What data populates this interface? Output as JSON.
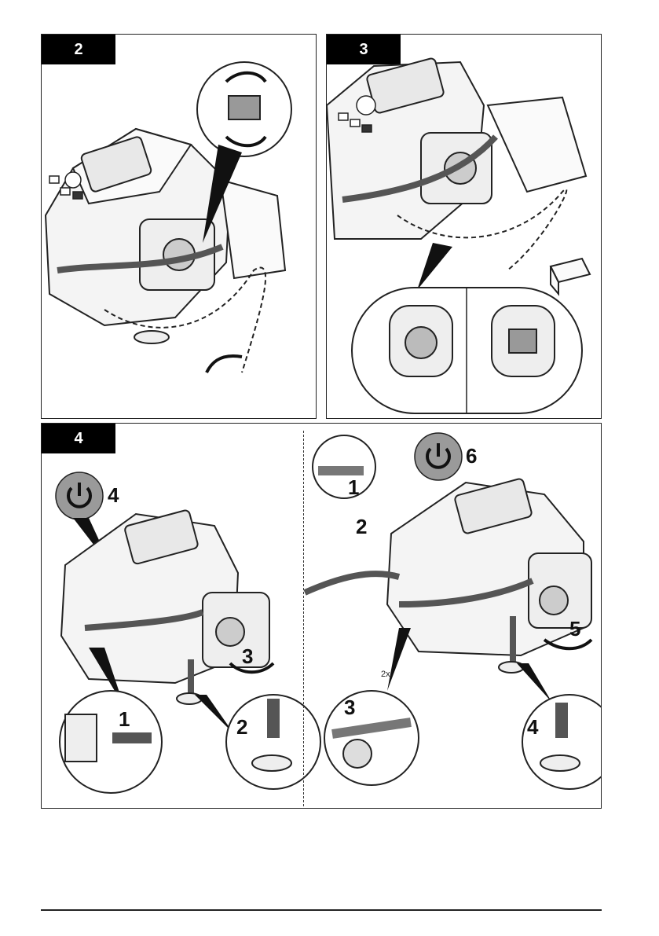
{
  "panels": [
    {
      "step": "2"
    },
    {
      "step": "3"
    },
    {
      "step": "4"
    }
  ],
  "panel4": {
    "left_callouts": {
      "power": "4",
      "tube_insert": "1",
      "foot": "2",
      "rotate": "3"
    },
    "right_callouts": {
      "hose_arrow_top": "1",
      "hose_press": "2",
      "knob": "3",
      "foot": "4",
      "rotate": "5",
      "power": "6",
      "repeat": "2x"
    }
  },
  "icons": [
    "power-icon",
    "arrow-icon",
    "rotate-icon",
    "box-icon"
  ]
}
